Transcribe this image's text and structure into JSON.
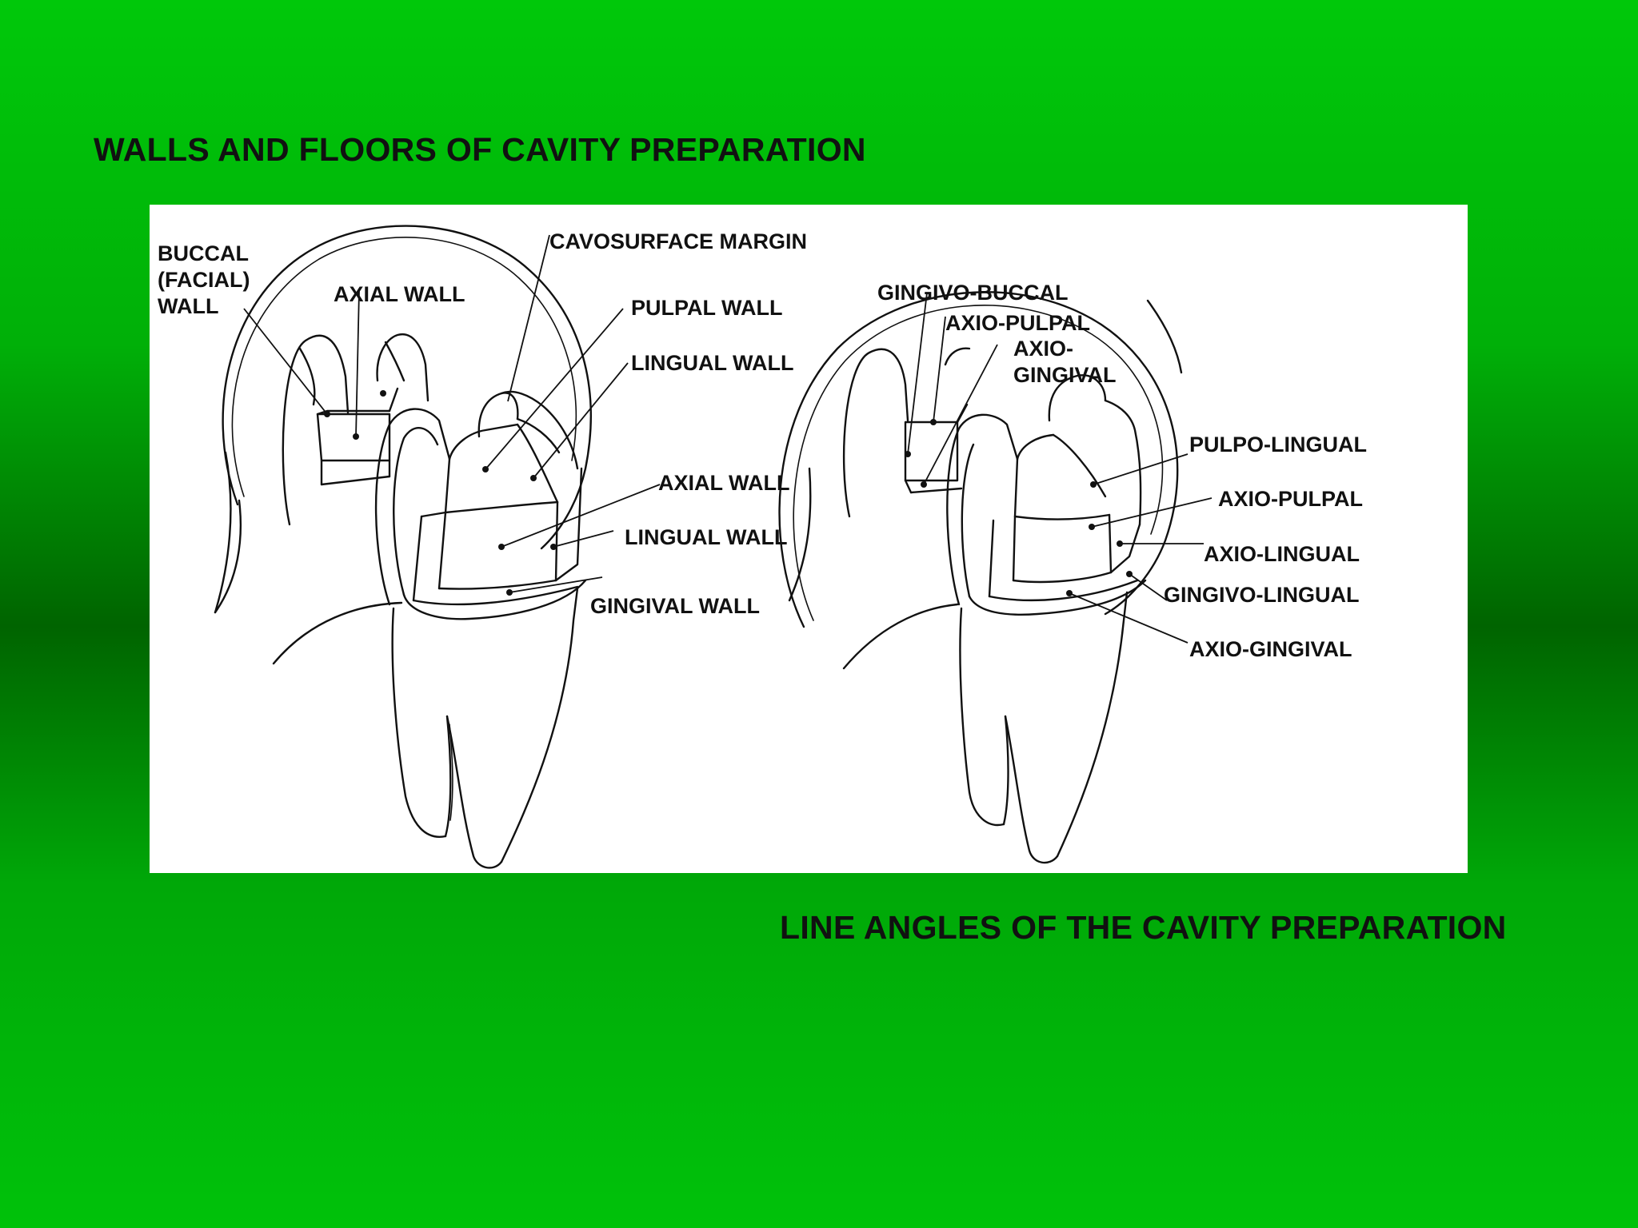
{
  "title": "WALLS AND FLOORS OF CAVITY PREPARATION",
  "caption": "LINE ANGLES OF THE CAVITY PREPARATION",
  "left_labels": {
    "buccal_wall": "BUCCAL\n(FACIAL)\nWALL",
    "axial_wall_top": "AXIAL WALL",
    "cavosurface_margin": "CAVOSURFACE MARGIN",
    "pulpal_wall": "PULPAL WALL",
    "lingual_wall_top": "LINGUAL WALL",
    "axial_wall": "AXIAL WALL",
    "lingual_wall": "LINGUAL WALL",
    "gingival_wall": "GINGIVAL WALL"
  },
  "right_labels": {
    "gingivo_buccal": "GINGIVO-BUCCAL",
    "axio_pulpal_top": "AXIO-PULPAL",
    "axio_gingival_top": "AXIO-\nGINGIVAL",
    "pulpo_lingual": "PULPO-LINGUAL",
    "axio_pulpal": "AXIO-PULPAL",
    "axio_lingual": "AXIO-LINGUAL",
    "gingivo_lingual": "GINGIVO-LINGUAL",
    "axio_gingival": "AXIO-GINGIVAL"
  }
}
